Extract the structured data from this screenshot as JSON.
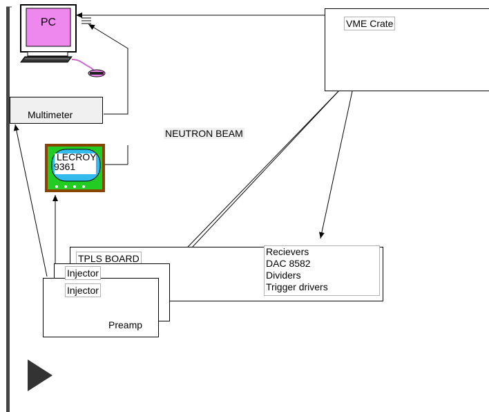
{
  "pc": {
    "label": "PC"
  },
  "vme": {
    "label": "VME Crate"
  },
  "multimeter": {
    "label": "Multimeter"
  },
  "scope": {
    "label_line1": "LECROY",
    "label_line2": "9361"
  },
  "beam": {
    "label": "NEUTRON BEAM"
  },
  "tpls": {
    "label": "TPLS BOARD"
  },
  "injectors": [
    "Injector",
    "Injector"
  ],
  "preamp": {
    "label": "Preamp"
  },
  "receivers": {
    "lines": [
      "Recievers",
      "DAC 8582",
      "Dividers",
      "Trigger drivers"
    ]
  },
  "colors": {
    "pc_fill": "#ee88ee",
    "scope_fill": "#22cc22",
    "scope_screen": "#33bbee",
    "scope_frame": "#884400",
    "label_border": "#b0b0b0"
  }
}
